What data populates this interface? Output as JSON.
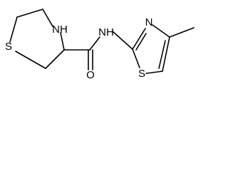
{
  "molecule": {
    "atoms": {
      "s1": "S",
      "nh_ring": "NH",
      "nh_amide": "NH",
      "o": "O",
      "n_thiazole": "N",
      "s_thiazole": "S"
    }
  }
}
